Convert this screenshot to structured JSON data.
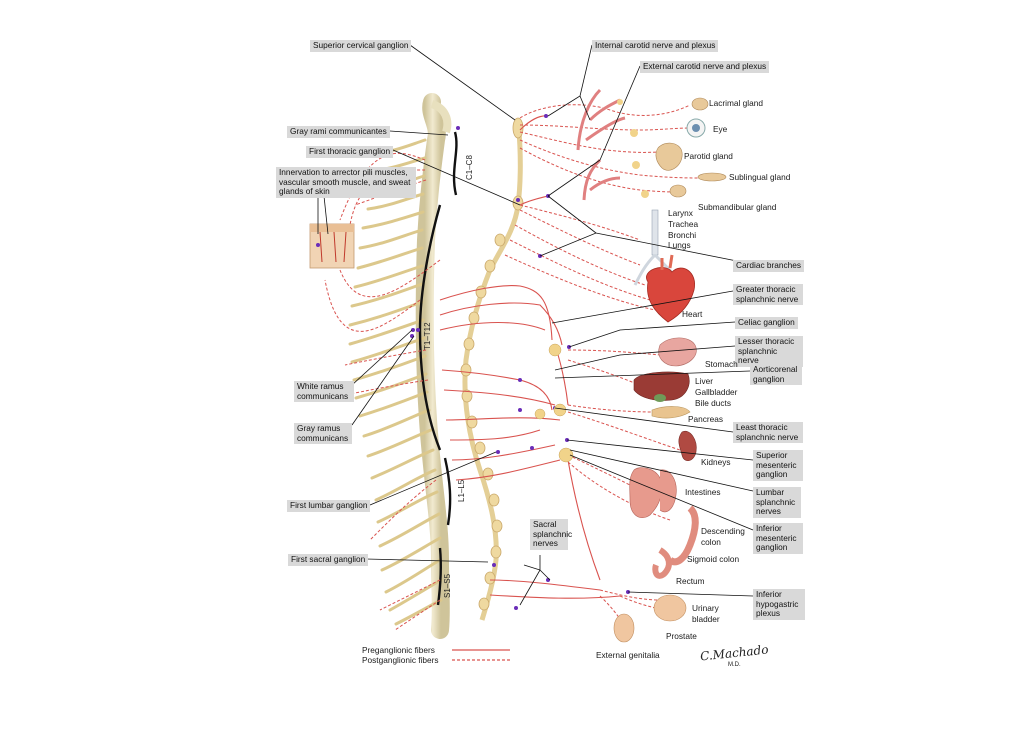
{
  "labels": {
    "superior_cervical_ganglion": "Superior cervical ganglion",
    "gray_rami_communicantes": "Gray rami communicantes",
    "first_thoracic_ganglion": "First thoracic ganglion",
    "innervation": "Innervation to arrector pili muscles, vascular smooth muscle, and sweat glands of skin",
    "white_ramus_communicans": "White ramus communicans",
    "gray_ramus_communicans": "Gray ramus communicans",
    "first_lumbar_ganglion": "First lumbar ganglion",
    "first_sacral_ganglion": "First sacral ganglion",
    "internal_carotid": "Internal carotid nerve and plexus",
    "external_carotid": "External carotid nerve and plexus",
    "cardiac_branches": "Cardiac branches",
    "greater_thoracic": "Greater thoracic splanchnic nerve",
    "celiac_ganglion": "Celiac ganglion",
    "lesser_thoracic": "Lesser thoracic splanchnic nerve",
    "aorticorenal": "Aorticorenal ganglion",
    "least_thoracic": "Least thoracic splanchnic nerve",
    "superior_mesenteric": "Superior mesenteric ganglion",
    "lumbar_splanchnic": "Lumbar splanchnic nerves",
    "inferior_mesenteric": "Inferior mesenteric ganglion",
    "inferior_hypogastric": "Inferior hypogastric plexus",
    "sacral_splanchnic": "Sacral splanchnic nerves"
  },
  "organs": {
    "lacrimal_gland": "Lacrimal gland",
    "eye": "Eye",
    "parotid_gland": "Parotid  gland",
    "sublingual_gland": "Sublingual gland",
    "submandibular_gland": "Submandibular gland",
    "larynx": "Larynx",
    "trachea": "Trachea",
    "bronchi": "Bronchi",
    "lungs": "Lungs",
    "heart": "Heart",
    "stomach": "Stomach",
    "liver": "Liver",
    "gallbladder": "Gallbladder",
    "bile_ducts": "Bile ducts",
    "pancreas": "Pancreas",
    "kidneys": "Kidneys",
    "intestines": "Intestines",
    "descending_colon_1": "Descending",
    "descending_colon_2": "colon",
    "sigmoid_colon": "Sigmoid colon",
    "rectum": "Rectum",
    "urinary_bladder_1": "Urinary",
    "urinary_bladder_2": "bladder",
    "prostate": "Prostate",
    "external_genitalia": "External genitalia"
  },
  "segments": {
    "cervical": "C1–C8",
    "thoracic": "T1–T12",
    "lumbar": "L1–L5",
    "sacral": "S1–S5"
  },
  "legend": {
    "preganglionic": "Preganglionic fibers",
    "postganglionic": "Postganglionic fibers"
  },
  "signature": "C.Machado",
  "signature_suffix": "M.D.",
  "colors": {
    "nerve": "#d9534f",
    "chain": "#e9d7a8",
    "spine": "#e4dcb8",
    "dot": "#6a2db8",
    "box": "#d9d9d9"
  }
}
